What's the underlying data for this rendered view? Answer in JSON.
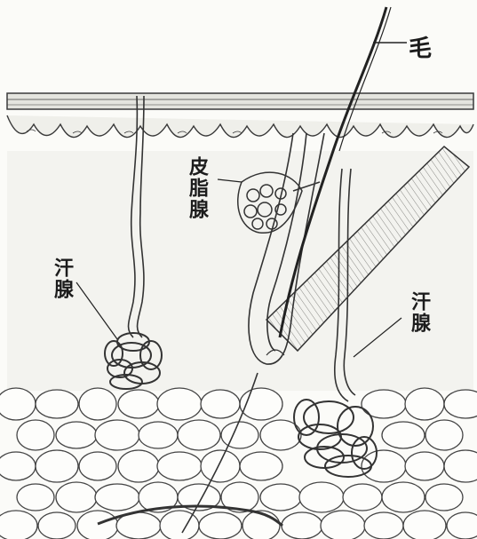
{
  "labels": {
    "hair": "毛",
    "sebaceous_gland": "皮脂腺",
    "sweat_gland_left": "汗腺",
    "sweat_gland_right": "汗腺"
  },
  "colors": {
    "ink": "#2a2a2a",
    "paper": "#fbfbf8",
    "shade": "#d9d9d4"
  }
}
